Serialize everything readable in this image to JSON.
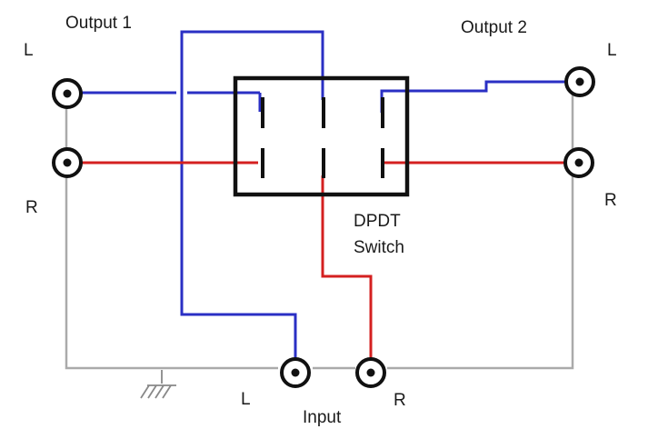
{
  "labels": {
    "output1": "Output 1",
    "output2": "Output 2",
    "out1_left": "L",
    "out1_right": "R",
    "out2_left": "L",
    "out2_right": "R",
    "switch_line1": "DPDT",
    "switch_line2": "Switch",
    "input_left": "L",
    "input_right": "R",
    "input": "Input"
  },
  "colors": {
    "left_channel": "#2a2fc4",
    "right_channel": "#d42020",
    "ground": "#aaaaaa",
    "outline": "#111111"
  },
  "icons": [
    "jack-connector-icon",
    "ground-symbol-icon"
  ]
}
